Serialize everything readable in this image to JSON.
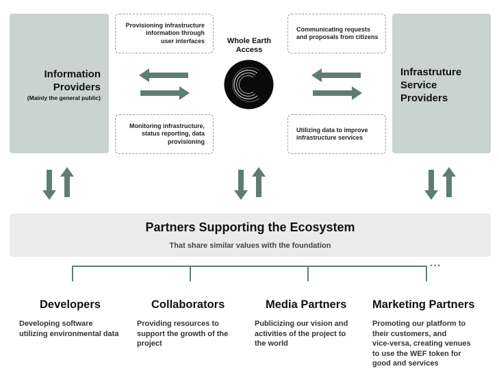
{
  "info_providers": {
    "title_line1": "Information",
    "title_line2": "Providers",
    "subtitle": "(Mainly the general public)"
  },
  "service_providers": {
    "title_line1": "Infrastruture",
    "title_line2": "Service",
    "title_line3": "Providers"
  },
  "center": {
    "title_line1": "Whole Earth",
    "title_line2": "Access"
  },
  "notes": {
    "left_top": [
      "Provisioning infrastructure",
      "information through",
      "user interfaces"
    ],
    "left_bottom": [
      "Monitoring infrastructure,",
      "status reporting, data",
      "provisioning"
    ],
    "right_top": [
      "Communicating requests",
      "and proposals  from citizens"
    ],
    "right_bottom": [
      "Utilizing data to improve",
      "infrastructure services"
    ]
  },
  "partners": {
    "title": "Partners Supporting the Ecosystem",
    "subtitle": "That share similar values with the foundation",
    "more_indicator": "..."
  },
  "categories": [
    {
      "title": "Developers",
      "desc": [
        "Developing software",
        "utilizing environmental data"
      ]
    },
    {
      "title": "Collaborators",
      "desc": [
        "Providing resources to",
        "support the growth of the",
        "project"
      ]
    },
    {
      "title": "Media Partners",
      "desc": [
        "Publicizing our vision and",
        "activities of the project to",
        "the world"
      ]
    },
    {
      "title": "Marketing Partners",
      "desc": [
        "Promoting our platform to",
        "their customers, and",
        "vice-versa, creating venues",
        "to use the WEF token for",
        "good and services"
      ]
    }
  ],
  "colors": {
    "arrow": "#5f7d72",
    "side_box": "#c9d3cf",
    "band": "#ebebeb",
    "line": "#5f7d72"
  }
}
